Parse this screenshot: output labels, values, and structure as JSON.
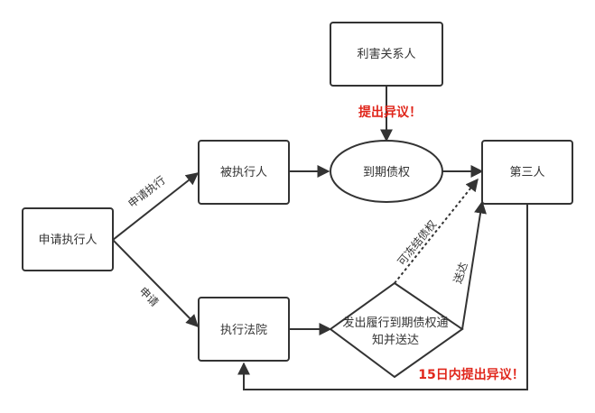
{
  "nodes": {
    "stakeholder": "利害关系人",
    "applicant": "申请执行人",
    "executee": "被执行人",
    "due_claim": "到期债权",
    "third_party": "第三人",
    "court": "执行法院",
    "notice_line1": "发出履行到期债权通",
    "notice_line2": "知并送达"
  },
  "edge_labels": {
    "apply_execution": "申请执行",
    "apply": "申请",
    "freezable_claim": "可冻结债权",
    "deliver": "送达"
  },
  "annotations": {
    "raise_objection": "提出异议！",
    "objection_within_15_days": "15日内提出异议！"
  },
  "colors": {
    "stroke": "#333333",
    "alert_red": "#e0261b"
  }
}
